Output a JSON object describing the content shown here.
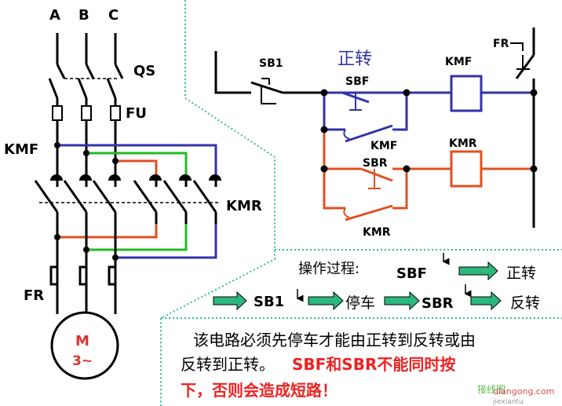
{
  "power_circuit": {
    "phase_a": "A",
    "phase_b": "B",
    "phase_c": "C",
    "switch_label": "QS",
    "fuse_label": "FU",
    "contactor_forward": "KMF",
    "contactor_reverse": "KMR",
    "thermal_relay": "FR",
    "motor_letter": "M",
    "motor_phase": "3~"
  },
  "control_circuit": {
    "stop_button": "SB1",
    "forward_title": "正转",
    "forward_button": "SBF",
    "forward_coil": "KMF",
    "forward_holding_contact": "KMF",
    "reverse_button": "SBR",
    "reverse_coil": "KMR",
    "reverse_holding_contact": "KMR",
    "thermal_relay": "FR"
  },
  "procedure": {
    "label": "操作过程:",
    "step_forward_button": "SBF",
    "step_forward_result": "正转",
    "step_stop_button": "SB1",
    "step_stop_result": "停车",
    "step_reverse_button": "SBR",
    "step_reverse_result": "反转"
  },
  "note": {
    "line1": "该电路必须先停车才能由正转到反转或由",
    "line2_black": "反转到正转。",
    "line2_red": "SBF和SBR不能同时按",
    "line3_red": "下，否则会造成短路！"
  },
  "watermark": {
    "text": "接线图",
    "domain": "jiexiantu",
    "domain2": "diangong.com"
  },
  "colors": {
    "forward": "#3333aa",
    "reverse": "#e05020",
    "green": "#22bb22",
    "teal": "#33bb99",
    "arrow": "#2cb87a",
    "warning": "#ee2222"
  }
}
